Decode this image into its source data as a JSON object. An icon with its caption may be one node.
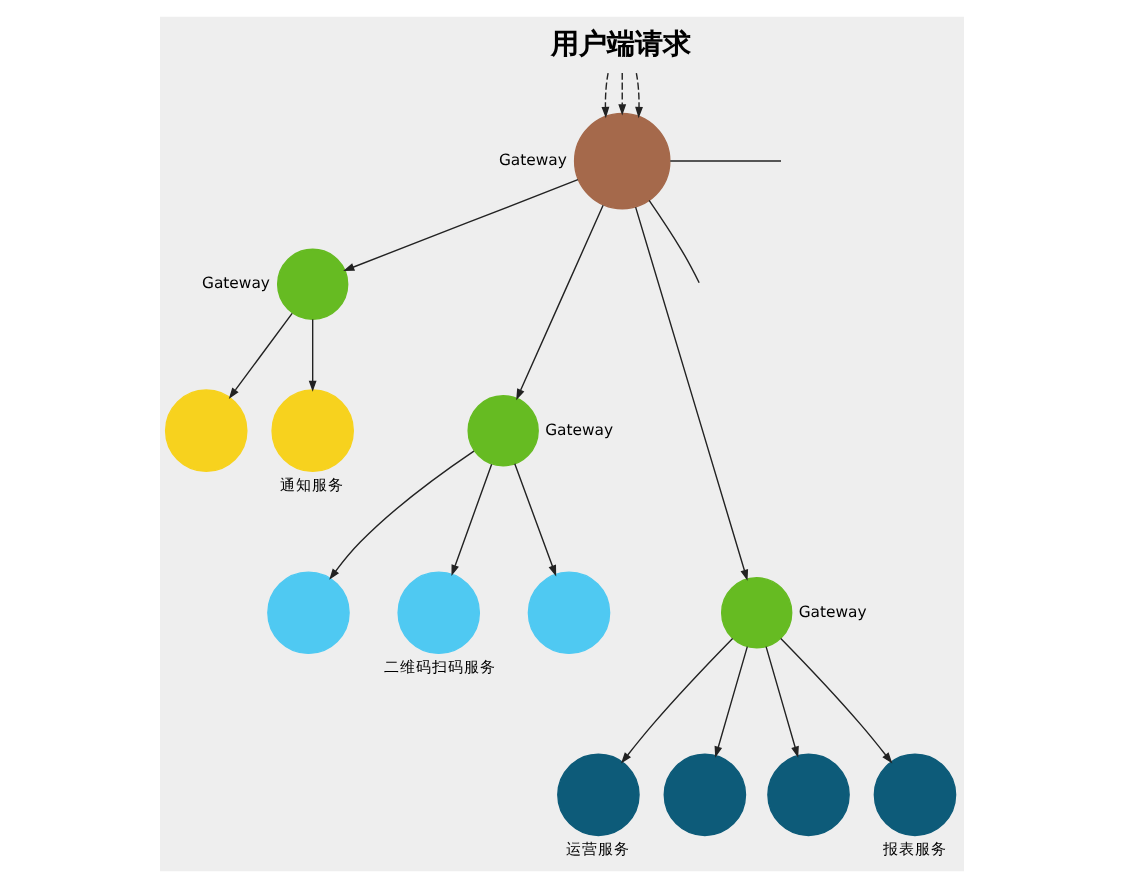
{
  "diagram": {
    "nodes": [
      {
        "text": [
          "用户端请求"
        ]
      },
      {
        "text": [],
        "shape": "circle",
        "beside": [
          "Gateway"
        ]
      },
      {
        "text": [],
        "shape": "circle",
        "beside": [
          "Gateway"
        ]
      },
      {
        "text": [],
        "shape": "circle"
      },
      {
        "text": [],
        "shape": "circle",
        "beside": [
          "通知服务"
        ]
      },
      {
        "text": [],
        "shape": "circle",
        "beside": [
          "Gateway"
        ]
      },
      {
        "text": [],
        "shape": "circle"
      },
      {
        "text": [],
        "shape": "circle",
        "beside": [
          "二维码扫码服务"
        ]
      },
      {
        "text": [],
        "shape": "circle"
      },
      {
        "text": [],
        "shape": "circle",
        "beside": [
          "Gateway"
        ]
      },
      {
        "text": [],
        "shape": "circle",
        "beside": [
          "运营服务"
        ]
      },
      {
        "text": [],
        "shape": "circle"
      },
      {
        "text": [],
        "shape": "circle"
      },
      {
        "text": [],
        "shape": "circle",
        "beside": [
          "报表服务"
        ]
      }
    ],
    "edges": [
      {
        "from": 0,
        "to": 1,
        "arrow": "to",
        "style": "dashed"
      },
      {
        "from": 0,
        "to": 1,
        "arrow": "to",
        "style": "dashed"
      },
      {
        "from": 0,
        "to": 1,
        "arrow": "to",
        "style": "dashed"
      },
      {
        "from": 1,
        "to": 2,
        "arrow": "to"
      },
      {
        "from": 2,
        "to": 3,
        "arrow": "to"
      },
      {
        "from": 2,
        "to": 4,
        "arrow": "to"
      },
      {
        "from": 1,
        "to": 5,
        "arrow": "to"
      },
      {
        "from": 5,
        "to": 6,
        "arrow": "to"
      },
      {
        "from": 5,
        "to": 7,
        "arrow": "to"
      },
      {
        "from": 5,
        "to": 8,
        "arrow": "to"
      },
      {
        "from": 1,
        "to": 9,
        "arrow": "to"
      },
      {
        "from": 9,
        "to": 10,
        "arrow": "to"
      },
      {
        "from": 9,
        "to": 11,
        "arrow": "to"
      },
      {
        "from": 9,
        "to": 12,
        "arrow": "to"
      },
      {
        "from": 9,
        "to": 13,
        "arrow": "to"
      },
      {
        "from": 1,
        "to": null,
        "arrow": "none"
      },
      {
        "from": 1,
        "to": null,
        "arrow": "none"
      }
    ]
  }
}
